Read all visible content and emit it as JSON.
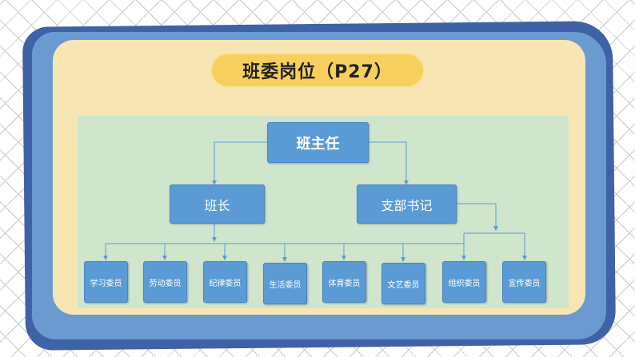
{
  "title": "班委岗位（P27）",
  "org_chart": {
    "root": "班主任",
    "level2": {
      "left": "班长",
      "right": "支部书记"
    },
    "members": [
      "学习委员",
      "劳动委员",
      "纪律委员",
      "生活委员",
      "体育委员",
      "文艺委员",
      "组织委员",
      "宣传委员"
    ]
  },
  "colors": {
    "node_fill": "#5b9bd5",
    "connector": "#5b9bd5",
    "chart_background": "#cfe6cc",
    "inner_panel": "#f7e6b3",
    "title_pill": "#f7cf5c",
    "frame_outer": "#3f62a7",
    "frame_mid": "#6b9ad0"
  }
}
